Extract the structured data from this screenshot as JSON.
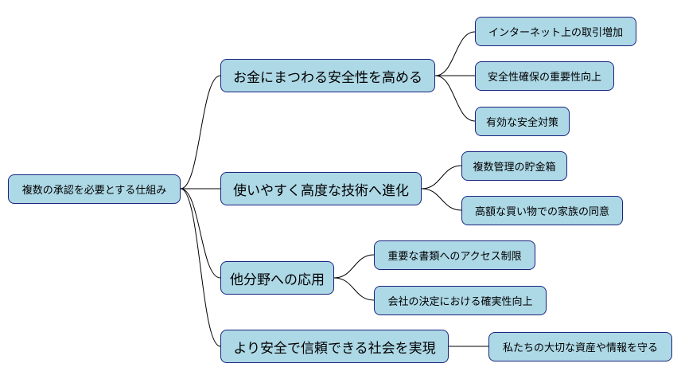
{
  "colors": {
    "node_fill": "#add8e6",
    "node_border": "#1a237e",
    "edge": "#000000"
  },
  "mindmap": {
    "root": "複数の承認を必要とする仕組み",
    "branches": [
      {
        "label": "お金にまつわる安全性を高める",
        "children": [
          "インターネット上の取引増加",
          "安全性確保の重要性向上",
          "有効な安全対策"
        ]
      },
      {
        "label": "使いやすく高度な技術へ進化",
        "children": [
          "複数管理の貯金箱",
          "高額な買い物での家族の同意"
        ]
      },
      {
        "label": "他分野への応用",
        "children": [
          "重要な書類へのアクセス制限",
          "会社の決定における確実性向上"
        ]
      },
      {
        "label": "より安全で信頼できる社会を実現",
        "children": [
          "私たちの大切な資産や情報を守る"
        ]
      }
    ]
  }
}
